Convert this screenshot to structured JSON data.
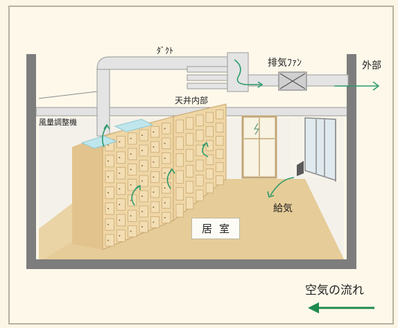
{
  "labels": {
    "duct": "ﾀﾞｸﾄ",
    "exhaust_fan": "排気ﾌｧﾝ",
    "outside": "外部",
    "ceiling_interior": "天井内部",
    "air_volume_regulator": "風量調整機",
    "air_supply": "給気",
    "room": "居室",
    "airflow_legend": "空気の流れ"
  },
  "colors": {
    "airflow_arrow": "#2a9a6a",
    "legend_arrow": "#1e8a4e",
    "wall": "#7d7d7d",
    "duct": "#e4e4e4",
    "floor": "#e6cc98",
    "locker": "#efd6a6"
  },
  "icons": [
    "fan-x-icon",
    "airflow-arrow-icon",
    "legend-arrow-icon"
  ]
}
